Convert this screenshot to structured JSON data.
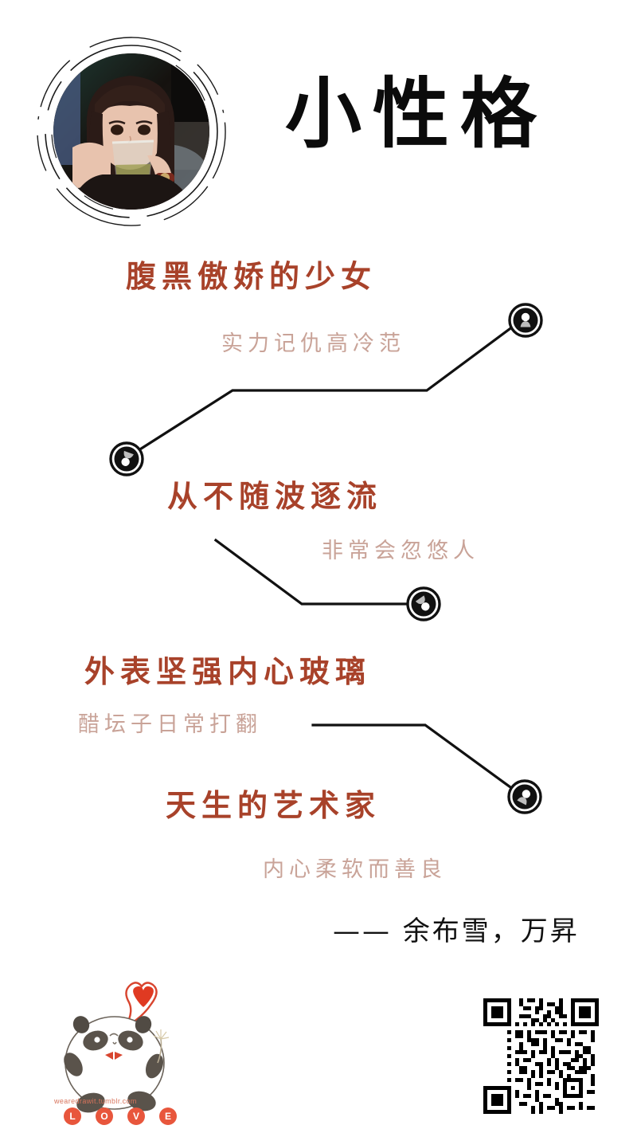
{
  "poster": {
    "title": "小性格",
    "background_color": "#ffffff",
    "accent_color": "#a8422a",
    "sub_color": "#c9a398"
  },
  "avatar": {
    "alt": "girl-drinking-photo",
    "ring_style": "dashed-broken-circle"
  },
  "verses": [
    {
      "main": "腹黑傲娇的少女",
      "sub": "实力记仇高冷范"
    },
    {
      "main": "从不随波逐流",
      "sub": "非常会忽悠人"
    },
    {
      "main": "外表坚强内心玻璃",
      "sub": "醋坛子日常打翻"
    },
    {
      "main": "天生的艺术家",
      "sub": "内心柔软而善良"
    }
  ],
  "attribution": "—— 余布雪，万昇",
  "nodes": [
    {
      "name": "node-1",
      "icon": "user-avatar-icon"
    },
    {
      "name": "node-2",
      "icon": "user-avatar-icon"
    },
    {
      "name": "node-3",
      "icon": "user-avatar-icon"
    },
    {
      "name": "node-4",
      "icon": "user-avatar-icon"
    }
  ],
  "footer": {
    "panda_icon": "panda-with-heart-balloon",
    "watermark": "wearedrawit.tumblr.com",
    "love_letters": [
      "L",
      "O",
      "V",
      "E"
    ],
    "love_dot_color": "#e8563c",
    "qr_code": "qr-code-icon"
  }
}
